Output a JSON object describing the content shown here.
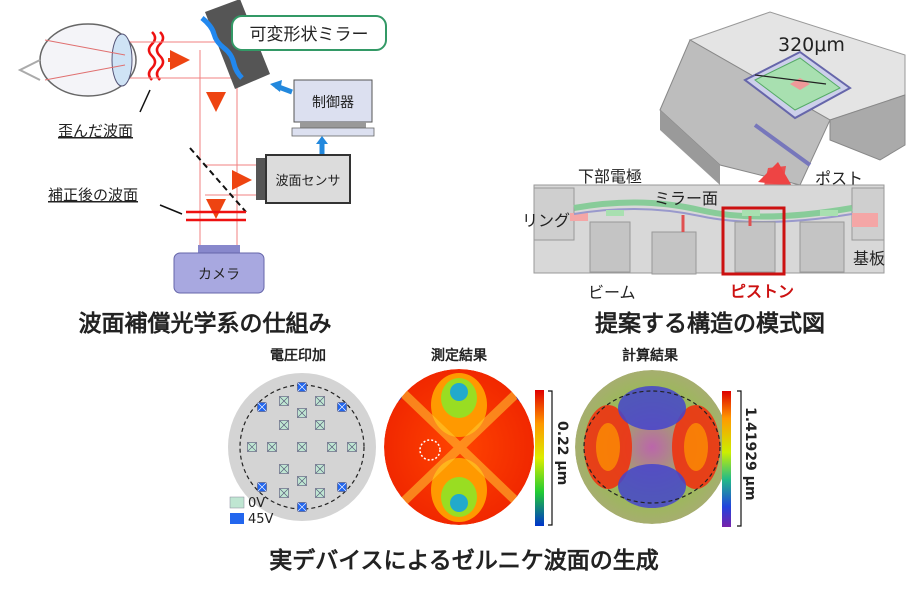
{
  "optics": {
    "dm_label": "可変形状ミラー",
    "controller": "制御器",
    "sensor": "波面センサ",
    "camera": "カメラ",
    "distorted": "歪んだ波面",
    "corrected": "補正後の波面",
    "caption": "波面補償光学系の仕組み"
  },
  "structure": {
    "size": "320μm",
    "lower_electrode": "下部電極",
    "mirror_surface": "ミラー面",
    "post": "ポスト",
    "ring": "リング",
    "substrate": "基板",
    "beam": "ビーム",
    "piston": "ピストン",
    "caption": "提案する構造の模式図"
  },
  "results": {
    "voltage_title": "電圧印加",
    "measured_title": "測定結果",
    "calc_title": "計算結果",
    "legend_0v": "0V",
    "legend_45v": "45V",
    "scale_measured": "0.22 μm",
    "scale_calc": "1.41929 μm",
    "caption": "実デバイスによるゼルニケ波面の生成"
  },
  "colors": {
    "accent_red": "#cc1111",
    "arrow_blue": "#2288dd",
    "box_fill": "#dcdcdc",
    "box_border": "#333333",
    "dm_border": "#339966",
    "electrode_on": "#2266ee",
    "electrode_off": "#bfe6d2"
  }
}
